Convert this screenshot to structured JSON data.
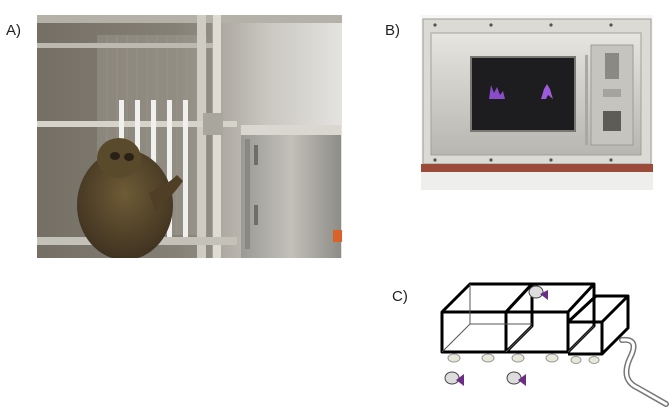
{
  "panels": [
    {
      "id": "A",
      "label": "A)"
    },
    {
      "id": "B",
      "label": "B)"
    },
    {
      "id": "C",
      "label": "C)"
    }
  ],
  "colors": {
    "stimulus": "#8a4cc8",
    "screen": "#1d1d1f",
    "cage_metal": "#bdbdb8",
    "animal_fur": "#5a4a2c"
  }
}
